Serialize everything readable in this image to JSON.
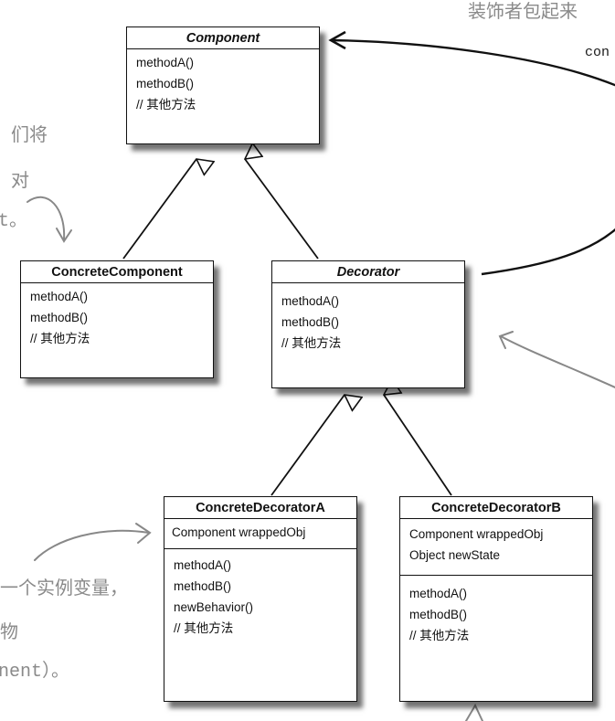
{
  "annotations": {
    "top_right": "装饰者包起来",
    "con": "con",
    "left_1": "们将",
    "left_2": "对",
    "left_3": "t。",
    "bottom_left_1": "一个实例变量，",
    "bottom_left_2": "物",
    "bottom_left_3": "nent）。"
  },
  "classes": {
    "component": {
      "name": "Component",
      "attributes": [],
      "methods": [
        "methodA()",
        "methodB()",
        "// 其他方法"
      ]
    },
    "concrete_component": {
      "name": "ConcreteComponent",
      "attributes": [],
      "methods": [
        "methodA()",
        "methodB()",
        "// 其他方法"
      ]
    },
    "decorator": {
      "name": "Decorator",
      "attributes": [],
      "methods": [
        "methodA()",
        "methodB()",
        "// 其他方法"
      ]
    },
    "concrete_decorator_a": {
      "name": "ConcreteDecoratorA",
      "attributes": [
        "Component wrappedObj"
      ],
      "methods": [
        "methodA()",
        "methodB()",
        "newBehavior()",
        "// 其他方法"
      ]
    },
    "concrete_decorator_b": {
      "name": "ConcreteDecoratorB",
      "attributes": [
        "Component wrappedObj",
        "Object newState"
      ],
      "methods": [
        "methodA()",
        "methodB()",
        "// 其他方法"
      ]
    }
  },
  "colors": {
    "line": "#111111",
    "handwriting": "#8a8a8a",
    "shadow": "rgba(0,0,0,0.55)"
  }
}
